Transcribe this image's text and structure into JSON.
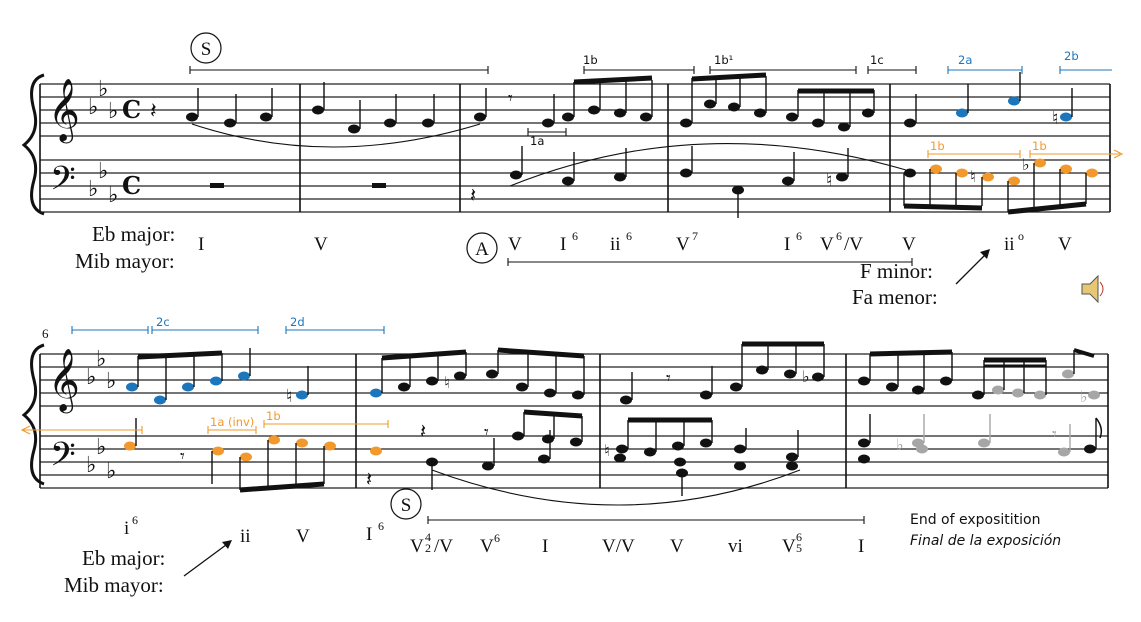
{
  "measure_number_system2": "6",
  "sections": {
    "S": "S",
    "A": "A"
  },
  "key_labels": {
    "eb_major": "Eb major:",
    "mib_mayor": "Mib mayor:",
    "f_minor": "F minor:",
    "fa_menor": "Fa menor:"
  },
  "roman_system1": {
    "I": "I",
    "V_1": "V",
    "V_2": "V",
    "I6_base": "I",
    "I6_sup": "6",
    "ii6_base": "ii",
    "ii6_sup": "6",
    "V7_base": "V",
    "V7_sup": "7",
    "I6b_base": "I",
    "I6b_sup": "6",
    "V6V_base": "V",
    "V6V_sup": "6",
    "V6V_tail": "/V",
    "V_3": "V",
    "iio_base": "ii",
    "iio_sup": "o",
    "V_4": "V"
  },
  "roman_system2": {
    "i6_base": "i",
    "i6_sup": "6",
    "ii": "ii",
    "V_1": "V",
    "I6_base": "I",
    "I6_sup": "6",
    "V42V_base": "V",
    "V42V_sup_top": "4",
    "V42V_sup_bot": "2",
    "V42V_tail": "/V",
    "V6_base": "V",
    "V6_sup": "6",
    "I_1": "I",
    "VV": "V/V",
    "V_2": "V",
    "vi": "vi",
    "V65_base": "V",
    "V65_sup_top": "6",
    "V65_sup_bot": "5",
    "I_2": "I"
  },
  "motifs": {
    "m1a": "1a",
    "m1b": "1b",
    "m1b_prime": "1b¹",
    "m1c": "1c",
    "m2a": "2a",
    "m2b": "2b",
    "m2c": "2c",
    "m2d": "2d",
    "o1b_a": "1b",
    "o1b_b": "1b",
    "o1a_inv": "1a (inv)",
    "o1b_c": "1b"
  },
  "end_text": {
    "en": "End of expositition",
    "es": "Final de la exposición"
  },
  "colors": {
    "orange": "#F2992E",
    "blue": "#1C76BC",
    "gray": "#A6A6A6",
    "ink": "#111111"
  },
  "icons": [
    "speaker-icon"
  ]
}
